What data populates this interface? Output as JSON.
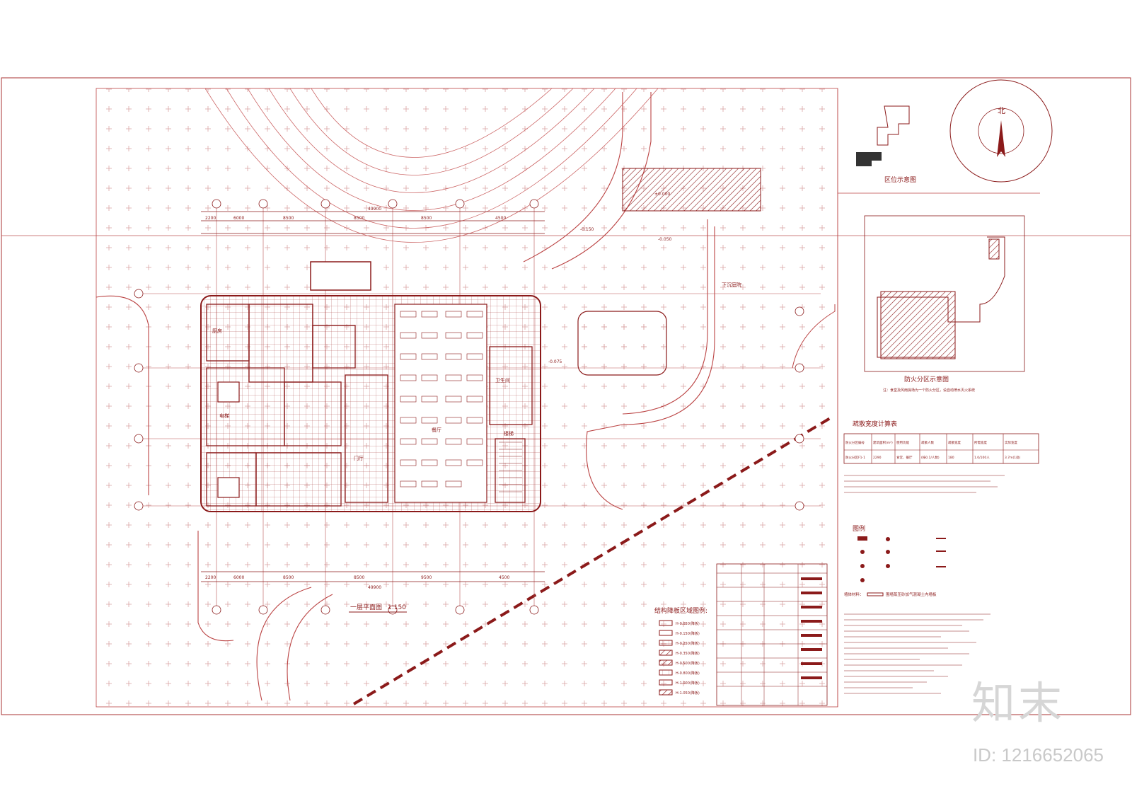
{
  "drawing": {
    "plan_title": "一层平面图",
    "plan_scale": "1:150",
    "dims_top": [
      "2200",
      "6000",
      "8500",
      "8500",
      "8500",
      "4500"
    ],
    "dims_top_total": "49900",
    "dims_bottom": [
      "2200",
      "6000",
      "8500",
      "8500",
      "9500",
      "4500"
    ],
    "dims_bottom_total": "49900",
    "elev_labels": [
      "-0.150",
      "-0.050",
      "-0.075",
      "±0.000"
    ],
    "room_labels": [
      "厨房",
      "餐厅",
      "卫生间",
      "楼梯",
      "电梯",
      "门厅",
      "下沉庭院"
    ]
  },
  "panels": {
    "location": {
      "title": "区位示意图",
      "north": "北"
    },
    "fire": {
      "title": "防火分区示意图",
      "note": "注：食堂及风雨操场为一个防火分区，设自动喷水灭火系统"
    },
    "evac": {
      "title": "疏散宽度计算表",
      "headers": [
        "防火分区编号",
        "建筑面积(m²)",
        "使用功能",
        "疏散人数",
        "疏散宽度",
        "所需宽度",
        "实际宽度"
      ],
      "row": [
        "防火分区F1-1",
        "2290",
        "食堂、餐厅",
        "(按0.1/人数)",
        "180",
        "1.0/100人",
        "3.7m(1处)"
      ]
    },
    "legend": {
      "title": "图例",
      "wall_note": "墙体材料：",
      "wall_desc": "围墙蒸压砂加气混凝土内墙板"
    },
    "slab": {
      "title": "结构降板区域图例:",
      "items": [
        "H-0.050(降板)",
        "H-0.150(降板)",
        "H-0.250(降板)",
        "H-0.350(降板)",
        "H-0.500(降板)",
        "H-0.800(降板)",
        "H-1.000(降板)",
        "H-1.050(降板)"
      ]
    }
  },
  "watermark": {
    "brand": "知末",
    "id": "ID: 1216652065"
  }
}
